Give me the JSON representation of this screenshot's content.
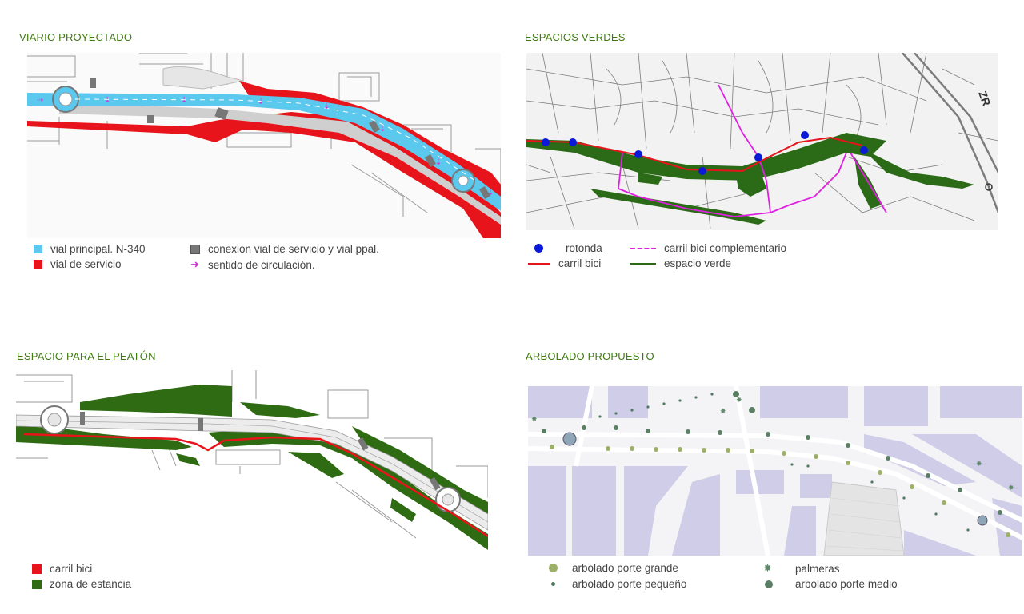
{
  "panels": {
    "viario": {
      "title": "VIARIO PROYECTADO",
      "legend": [
        {
          "label": "vial principal. N-340",
          "color": "#5bc8ee",
          "symbol": "square"
        },
        {
          "label": "vial de servicio",
          "color": "#e8141b",
          "symbol": "square"
        },
        {
          "label": "conexión vial de servicio y vial ppal.",
          "color": "#777777",
          "symbol": "square"
        },
        {
          "label": "sentido de circulación.",
          "color": "#d12ed6",
          "symbol": "arrow"
        }
      ]
    },
    "verdes": {
      "title": "ESPACIOS VERDES",
      "map_label": "ZR",
      "legend": [
        {
          "label": "rotonda",
          "color": "#0a1ad8",
          "symbol": "dot"
        },
        {
          "label": "carril bici complementario",
          "color": "#e020e0",
          "symbol": "dash"
        },
        {
          "label": "carril bici",
          "color": "#e8141b",
          "symbol": "line"
        },
        {
          "label": "espacio verde",
          "color": "#2b6a16",
          "symbol": "line"
        }
      ]
    },
    "peaton": {
      "title": "ESPACIO PARA EL PEATÓN",
      "legend": [
        {
          "label": "carril bici",
          "color": "#e8141b",
          "symbol": "square"
        },
        {
          "label": "zona de estancia",
          "color": "#2f6b12",
          "symbol": "square"
        }
      ]
    },
    "arbolado": {
      "title": "ARBOLADO PROPUESTO",
      "legend": [
        {
          "label": "arbolado porte grande",
          "color": "#9cb06a",
          "symbol": "big-circle"
        },
        {
          "label": "palmeras",
          "color": "#5f8a6a",
          "symbol": "palm"
        },
        {
          "label": "arbolado porte pequeño",
          "color": "#4f7a60",
          "symbol": "small-circle"
        },
        {
          "label": "arbolado porte medio",
          "color": "#5a7f64",
          "symbol": "medium-circle"
        }
      ]
    }
  }
}
